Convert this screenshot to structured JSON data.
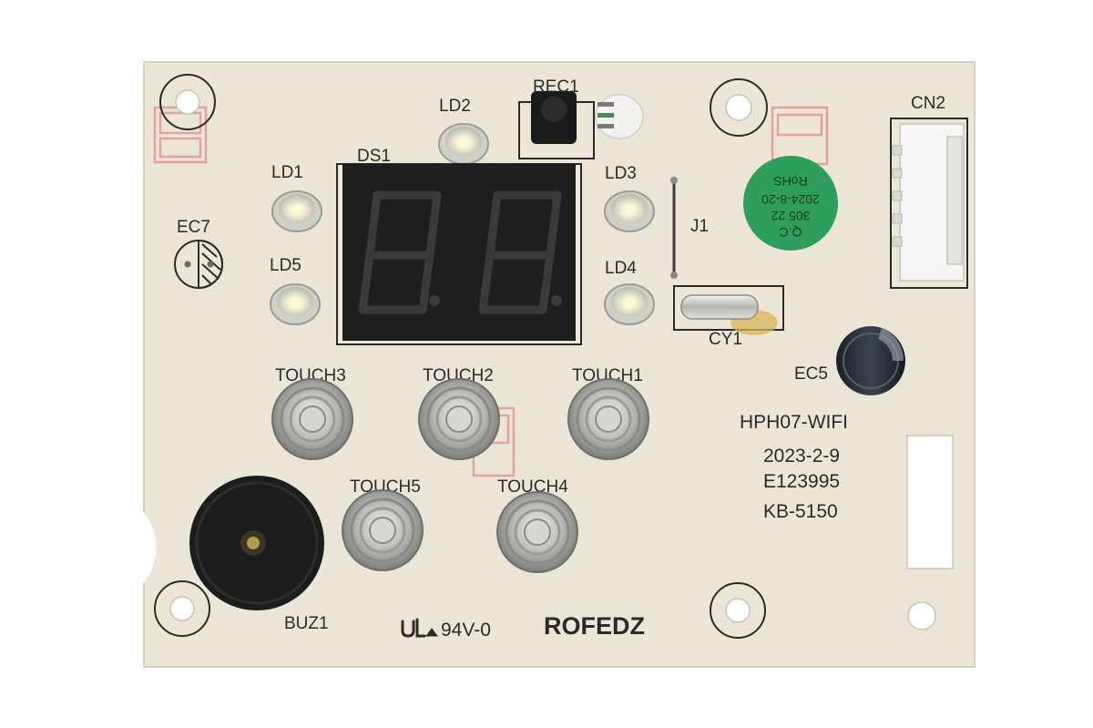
{
  "board": {
    "component_labels": {
      "rec1": "REC1",
      "ld2": "LD2",
      "ds1": "DS1",
      "ld1": "LD1",
      "ld3": "LD3",
      "ld4": "LD4",
      "ld5": "LD5",
      "ec7": "EC7",
      "j1": "J1",
      "cn2": "CN2",
      "cy1": "CY1",
      "ec5": "EC5",
      "touch1": "TOUCH1",
      "touch2": "TOUCH2",
      "touch3": "TOUCH3",
      "touch4": "TOUCH4",
      "touch5": "TOUCH5",
      "buz1": "BUZ1"
    },
    "model": "HPH07-WIFI",
    "date": "2023-2-9",
    "ul_file": "E123995",
    "part_number": "KB-5150",
    "flammability": "94V-0",
    "brand": "ROFEDZ",
    "display_digits": "8.8."
  },
  "qc_sticker": {
    "line1": "Q.C",
    "line2": "305 22",
    "line3": "2024-8-20",
    "line4": "RoHS"
  },
  "colors": {
    "board": "#ece6d6",
    "display_body": "#1e1e1e",
    "sticker": "#2f9e5c",
    "silkscreen_red": "#e2a2a2"
  }
}
